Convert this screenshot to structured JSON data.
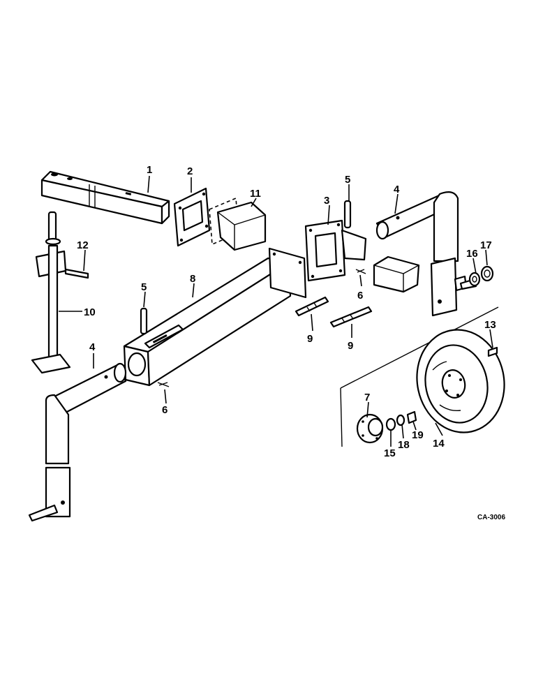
{
  "diagram": {
    "drawing_code": "CA-3006",
    "callouts": [
      "1",
      "2",
      "3",
      "4",
      "4",
      "5",
      "5",
      "6",
      "6",
      "7",
      "8",
      "9",
      "9",
      "10",
      "11",
      "12",
      "13",
      "14",
      "15",
      "16",
      "17",
      "18",
      "19"
    ]
  }
}
